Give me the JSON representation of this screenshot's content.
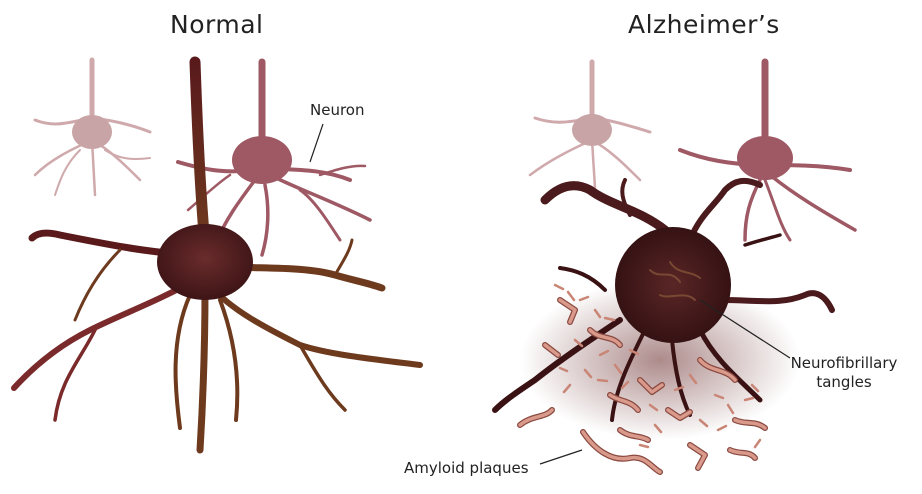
{
  "panels": {
    "normal": {
      "title": "Normal"
    },
    "alzheimers": {
      "title": "Alzheimer’s"
    }
  },
  "labels": {
    "neuron": "Neuron",
    "tangles_line1": "Neurofibrillary",
    "tangles_line2": "tangles",
    "plaques": "Amyloid plaques"
  },
  "colors": {
    "neuron_pale": "#c9a4a6",
    "neuron_mauve": "#9e5964",
    "neuron_dark": "#4a1a1c",
    "neuron_brown": "#6e3a1e",
    "plaque": "#d99a8c",
    "plaque_outline": "#8a4a40"
  }
}
